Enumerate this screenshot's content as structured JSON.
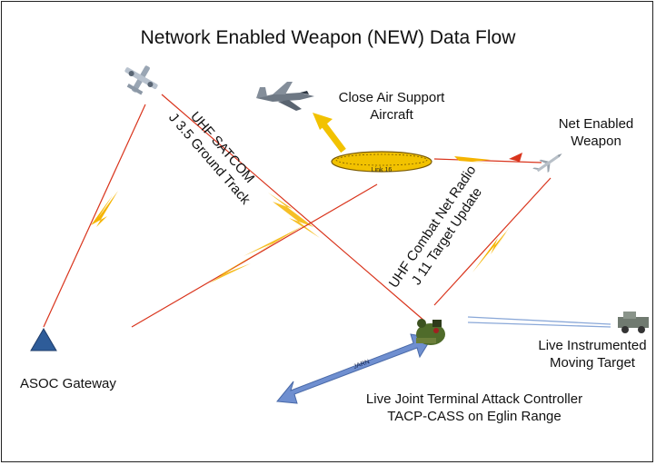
{
  "title": "Network Enabled Weapon (NEW)  Data Flow",
  "nodes": {
    "cas_aircraft": {
      "line1": "Close Air Support",
      "line2": "Aircraft",
      "icon": "fighter-jet-icon"
    },
    "net_weapon": {
      "line1": "Net Enabled",
      "line2": "Weapon",
      "icon": "missile-icon"
    },
    "asoc": {
      "label": "ASOC Gateway",
      "icon": "triangle-icon",
      "color": "#2e5c99"
    },
    "target": {
      "line1": "Live Instrumented",
      "line2": "Moving Target",
      "icon": "vehicle-icon"
    },
    "jtac": {
      "line1": "Live Joint Terminal Attack Controller",
      "line2": "TACP-CASS on Eglin Range",
      "icon": "soldier-icon"
    },
    "relay": {
      "icon": "relay-aircraft-icon"
    }
  },
  "links": {
    "satcom": {
      "line1": "UHF SATCOM",
      "line2": "J 3.5 Ground Track"
    },
    "combat_net": {
      "line1": "UHF Combat Net Radio",
      "line2": "J 11 Target Update"
    },
    "link16": {
      "label": "Link 16",
      "color": "#f2c200"
    },
    "jarn": {
      "label": "JARN",
      "color": "#6f8fd0"
    }
  }
}
